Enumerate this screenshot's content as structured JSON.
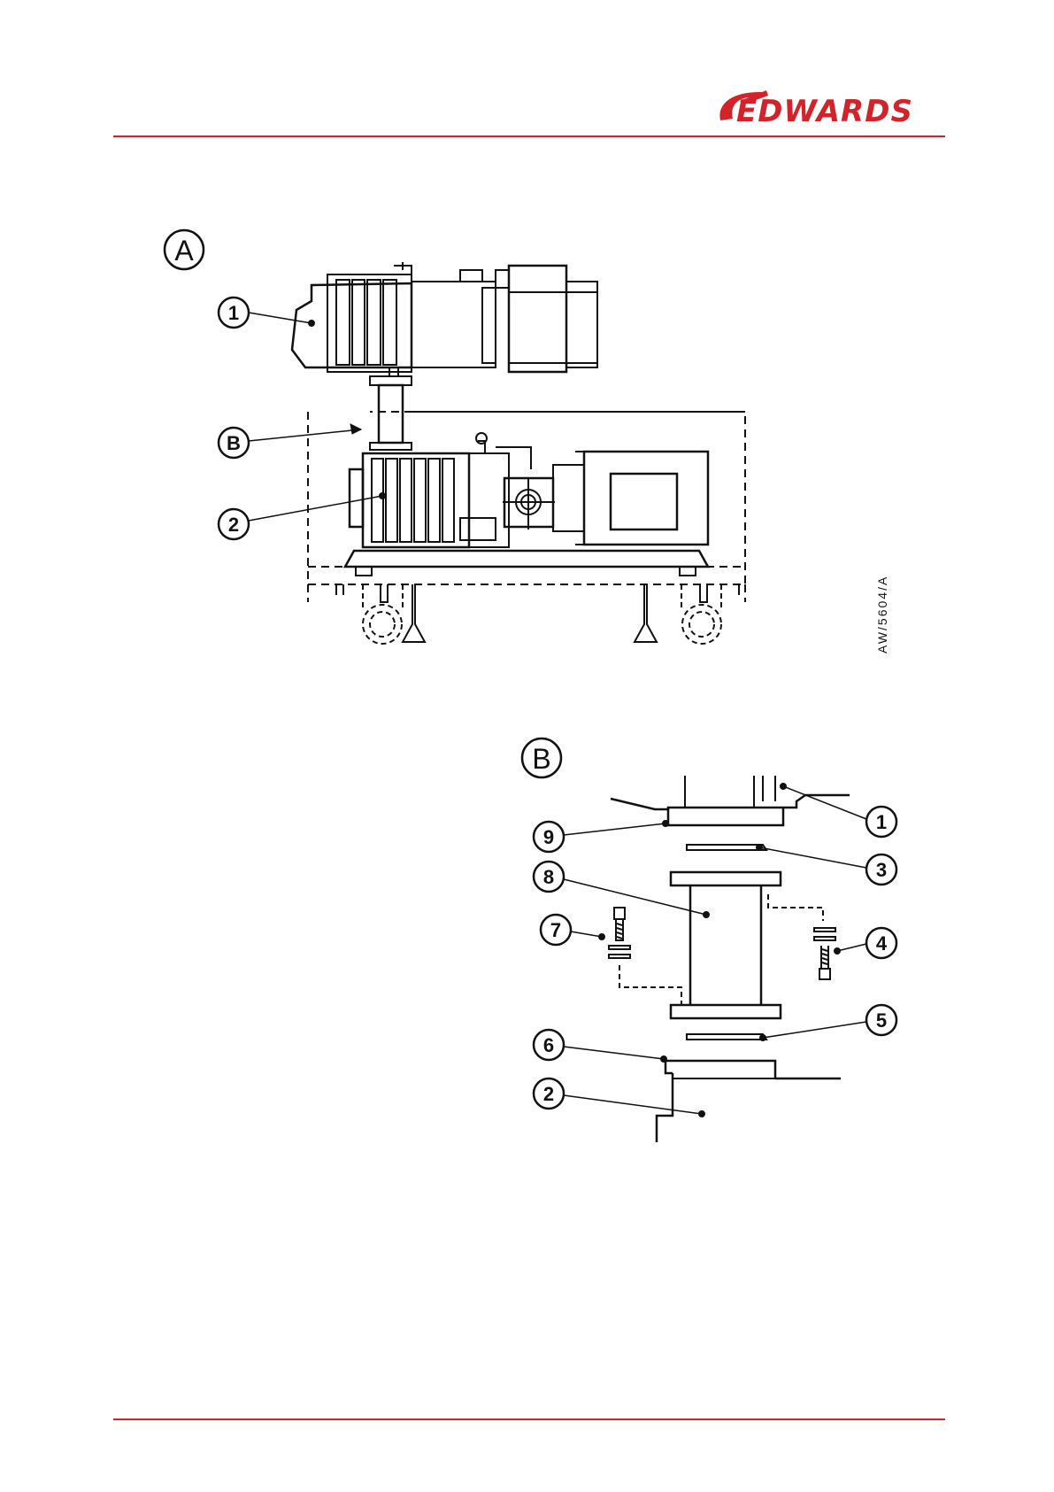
{
  "header": {
    "brand": "EDWARDS",
    "brand_color": "#d2232a"
  },
  "figure": {
    "code": "AW/5604/A",
    "view_a": {
      "letter": "A",
      "callouts": [
        "1",
        "B",
        "2"
      ]
    },
    "view_b": {
      "letter": "B",
      "callouts_left": [
        "9",
        "8",
        "7",
        "6",
        "2"
      ],
      "callouts_right": [
        "1",
        "3",
        "4",
        "5"
      ]
    }
  },
  "colors": {
    "accent": "#d2232a",
    "ink": "#111111"
  }
}
